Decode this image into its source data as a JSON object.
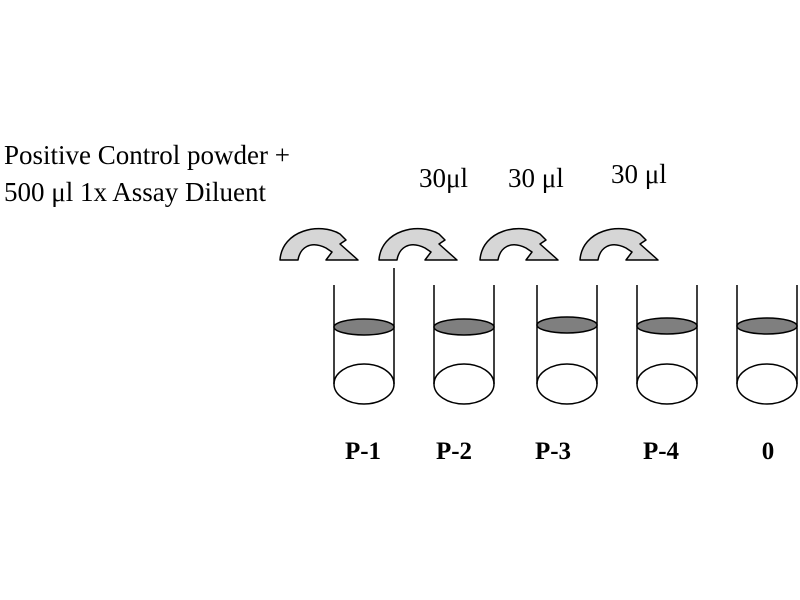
{
  "instruction": {
    "line1": "Positive Control powder +",
    "line2": "500 μl 1x Assay Diluent"
  },
  "transfers": [
    "30μl",
    "30 μl",
    "30 μl"
  ],
  "tubes": [
    "P-1",
    "P-2",
    "P-3",
    "P-4",
    "0"
  ],
  "colors": {
    "arrow_fill": "#d6d6d6",
    "liquid_fill": "#7f7f7f",
    "stroke": "#000000"
  }
}
